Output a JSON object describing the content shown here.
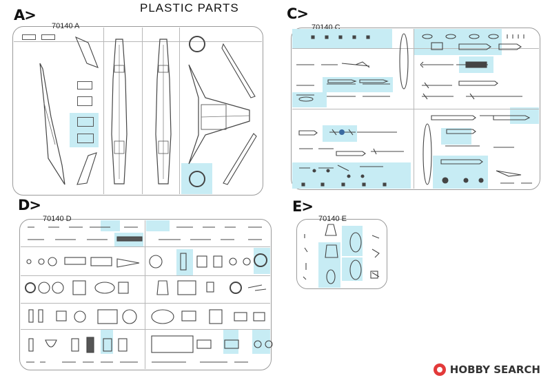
{
  "title": "PLASTIC PARTS",
  "sections": [
    {
      "letter": "A>",
      "sprue_label": "70140 A"
    },
    {
      "letter": "C>",
      "sprue_label": "70140 C"
    },
    {
      "letter": "D>",
      "sprue_label": "70140 D"
    },
    {
      "letter": "E>",
      "sprue_label": "70140 E"
    }
  ],
  "watermark": "HOBBY SEARCH",
  "colors": {
    "highlight": "#c7ecf4",
    "frame": "#9a9a9a",
    "part_line": "#444444",
    "logo_red": "#e33a3a"
  }
}
